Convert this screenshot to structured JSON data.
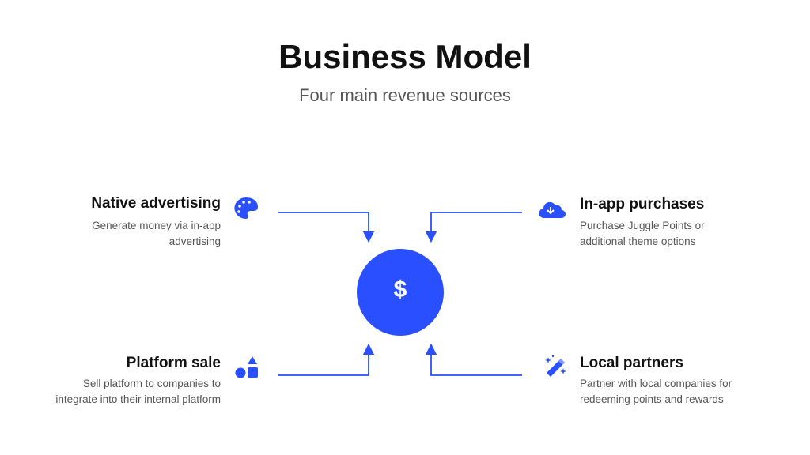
{
  "slide": {
    "title": "Business Model",
    "subtitle": "Four main revenue sources",
    "accent_color": "#2a4fff",
    "center": {
      "icon": "dollar-icon",
      "symbol": "$"
    },
    "sources": [
      {
        "title": "Native advertising",
        "desc_lines": [
          "Generate money via in-app",
          "advertising"
        ],
        "icon": "palette-icon"
      },
      {
        "title": "In-app purchases",
        "desc_lines": [
          "Purchase Juggle Points or",
          "additional theme options"
        ],
        "icon": "cloud-download-icon"
      },
      {
        "title": "Platform sale",
        "desc_lines": [
          "Sell platform to companies to",
          "integrate into their internal platform"
        ],
        "icon": "shapes-icon"
      },
      {
        "title": "Local partners",
        "desc_lines": [
          "Partner with local companies for",
          "redeeming points and rewards"
        ],
        "icon": "magic-wand-icon"
      }
    ]
  }
}
